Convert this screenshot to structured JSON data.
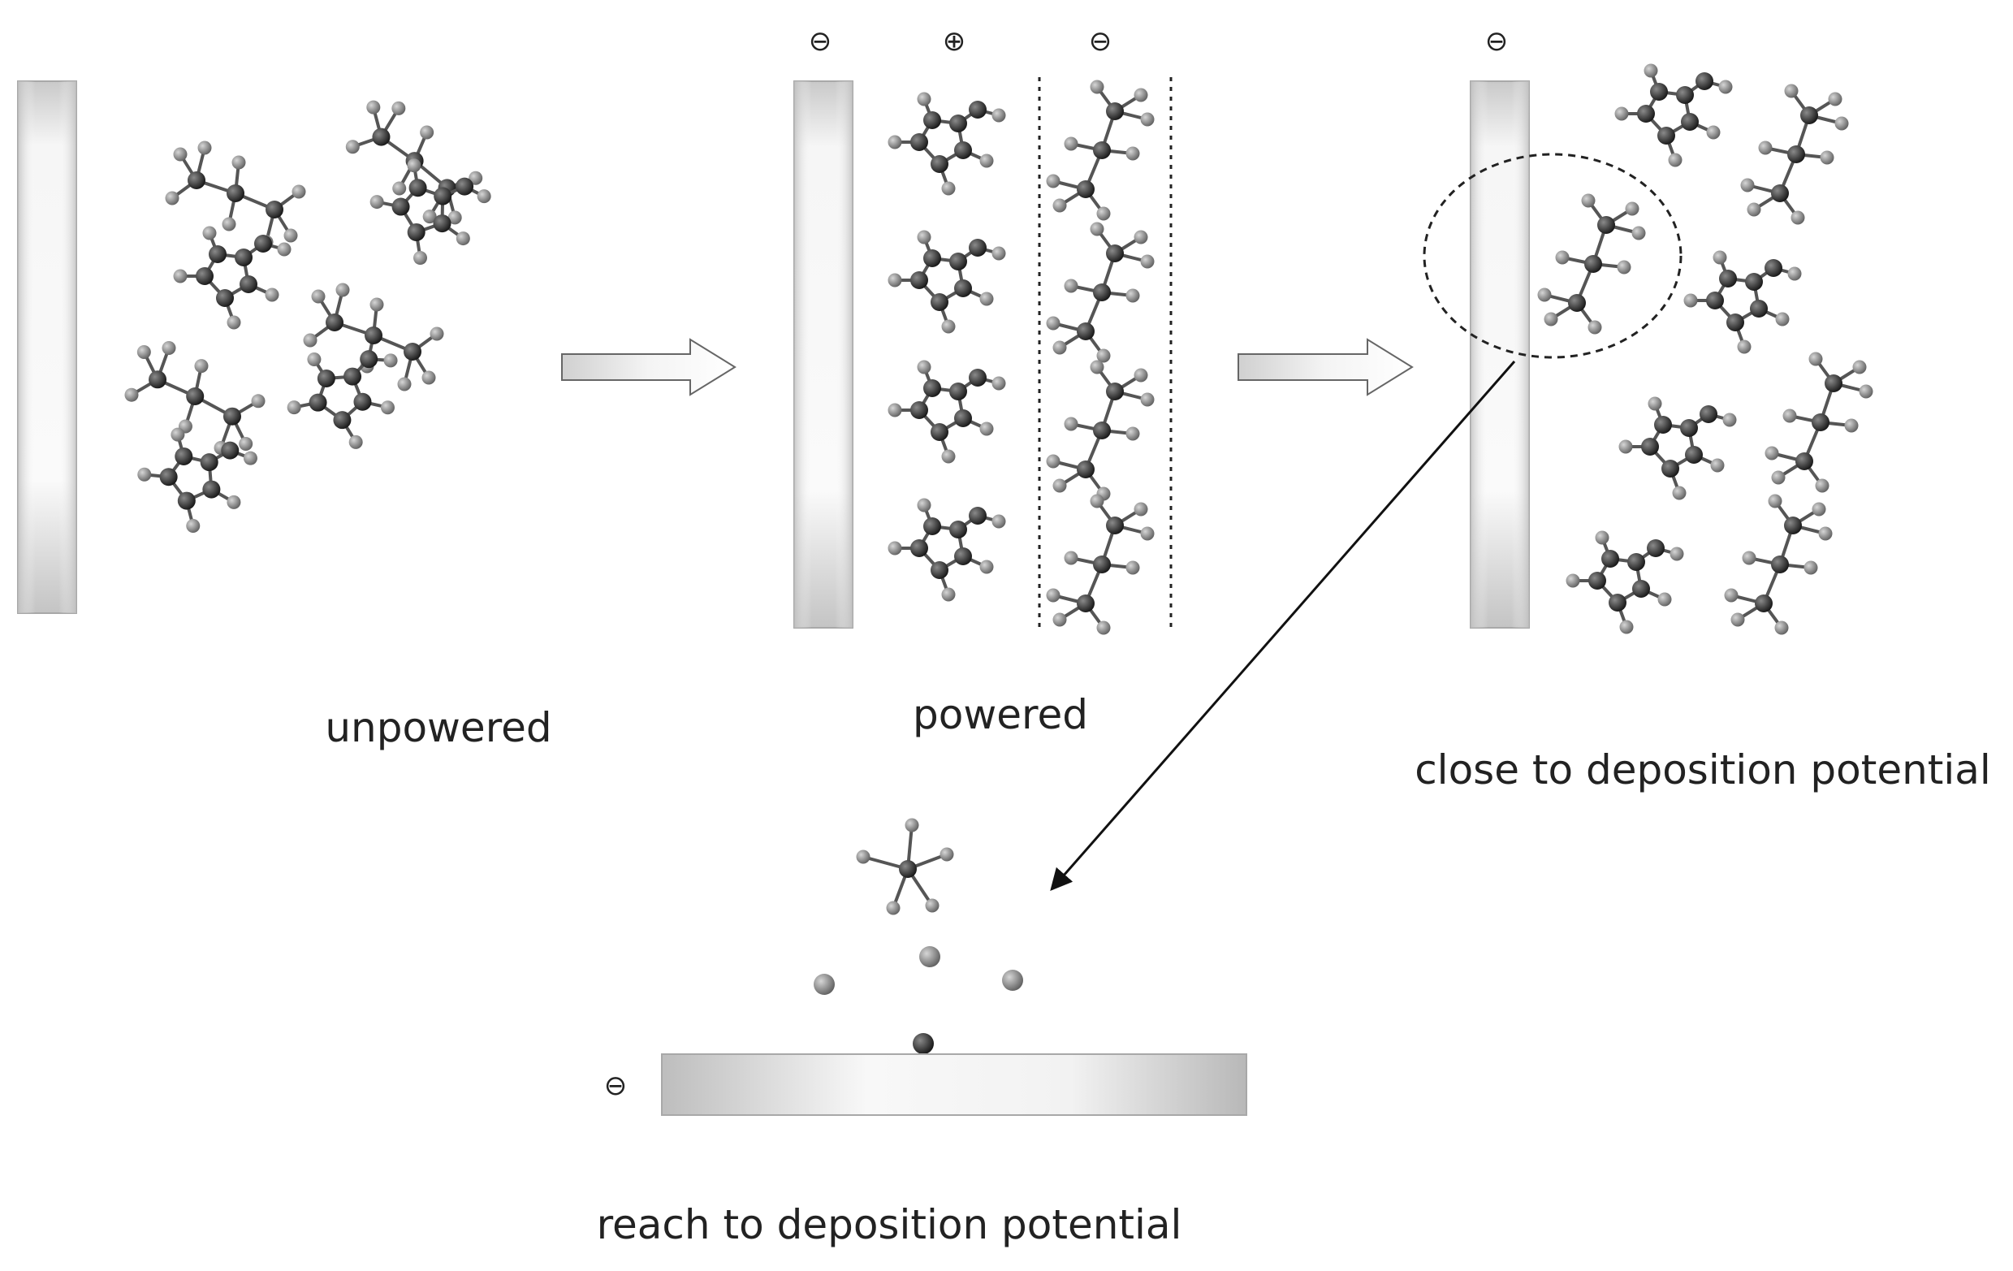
{
  "panels": [
    {
      "id": "unpowered",
      "caption": "unpowered"
    },
    {
      "id": "powered",
      "caption": "powered"
    },
    {
      "id": "close",
      "caption": "close to deposition potential"
    },
    {
      "id": "reach",
      "caption": "reach to deposition potential"
    }
  ],
  "charge_signs": {
    "negative": "⊖",
    "positive": "⊕"
  },
  "colors": {
    "atom_dark": "#2b2b2b",
    "atom_grey": "#7d7d7d",
    "bond": "#555555",
    "electrode_edge": "#9a9a9a"
  }
}
